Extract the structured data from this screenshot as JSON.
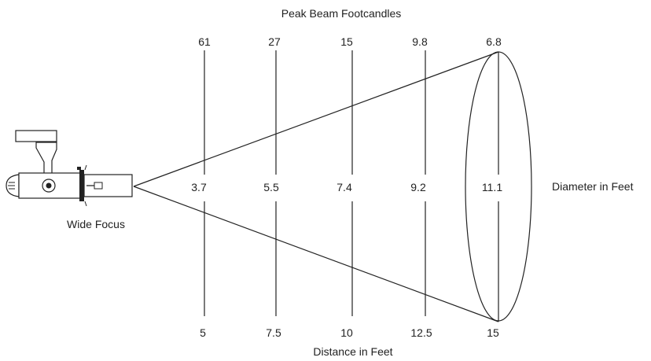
{
  "title_top": "Peak Beam Footcandles",
  "title_bottom": "Distance in Feet",
  "right_label": "Diameter in Feet",
  "fixture_label": "Wide Focus",
  "columns": [
    {
      "footcandles": "61",
      "diameter": "3.7",
      "distance": "5"
    },
    {
      "footcandles": "27",
      "diameter": "5.5",
      "distance": "7.5"
    },
    {
      "footcandles": "15",
      "diameter": "7.4",
      "distance": "10"
    },
    {
      "footcandles": "9.8",
      "diameter": "9.2",
      "distance": "12.5"
    },
    {
      "footcandles": "6.8",
      "diameter": "11.1",
      "distance": "15"
    }
  ]
}
